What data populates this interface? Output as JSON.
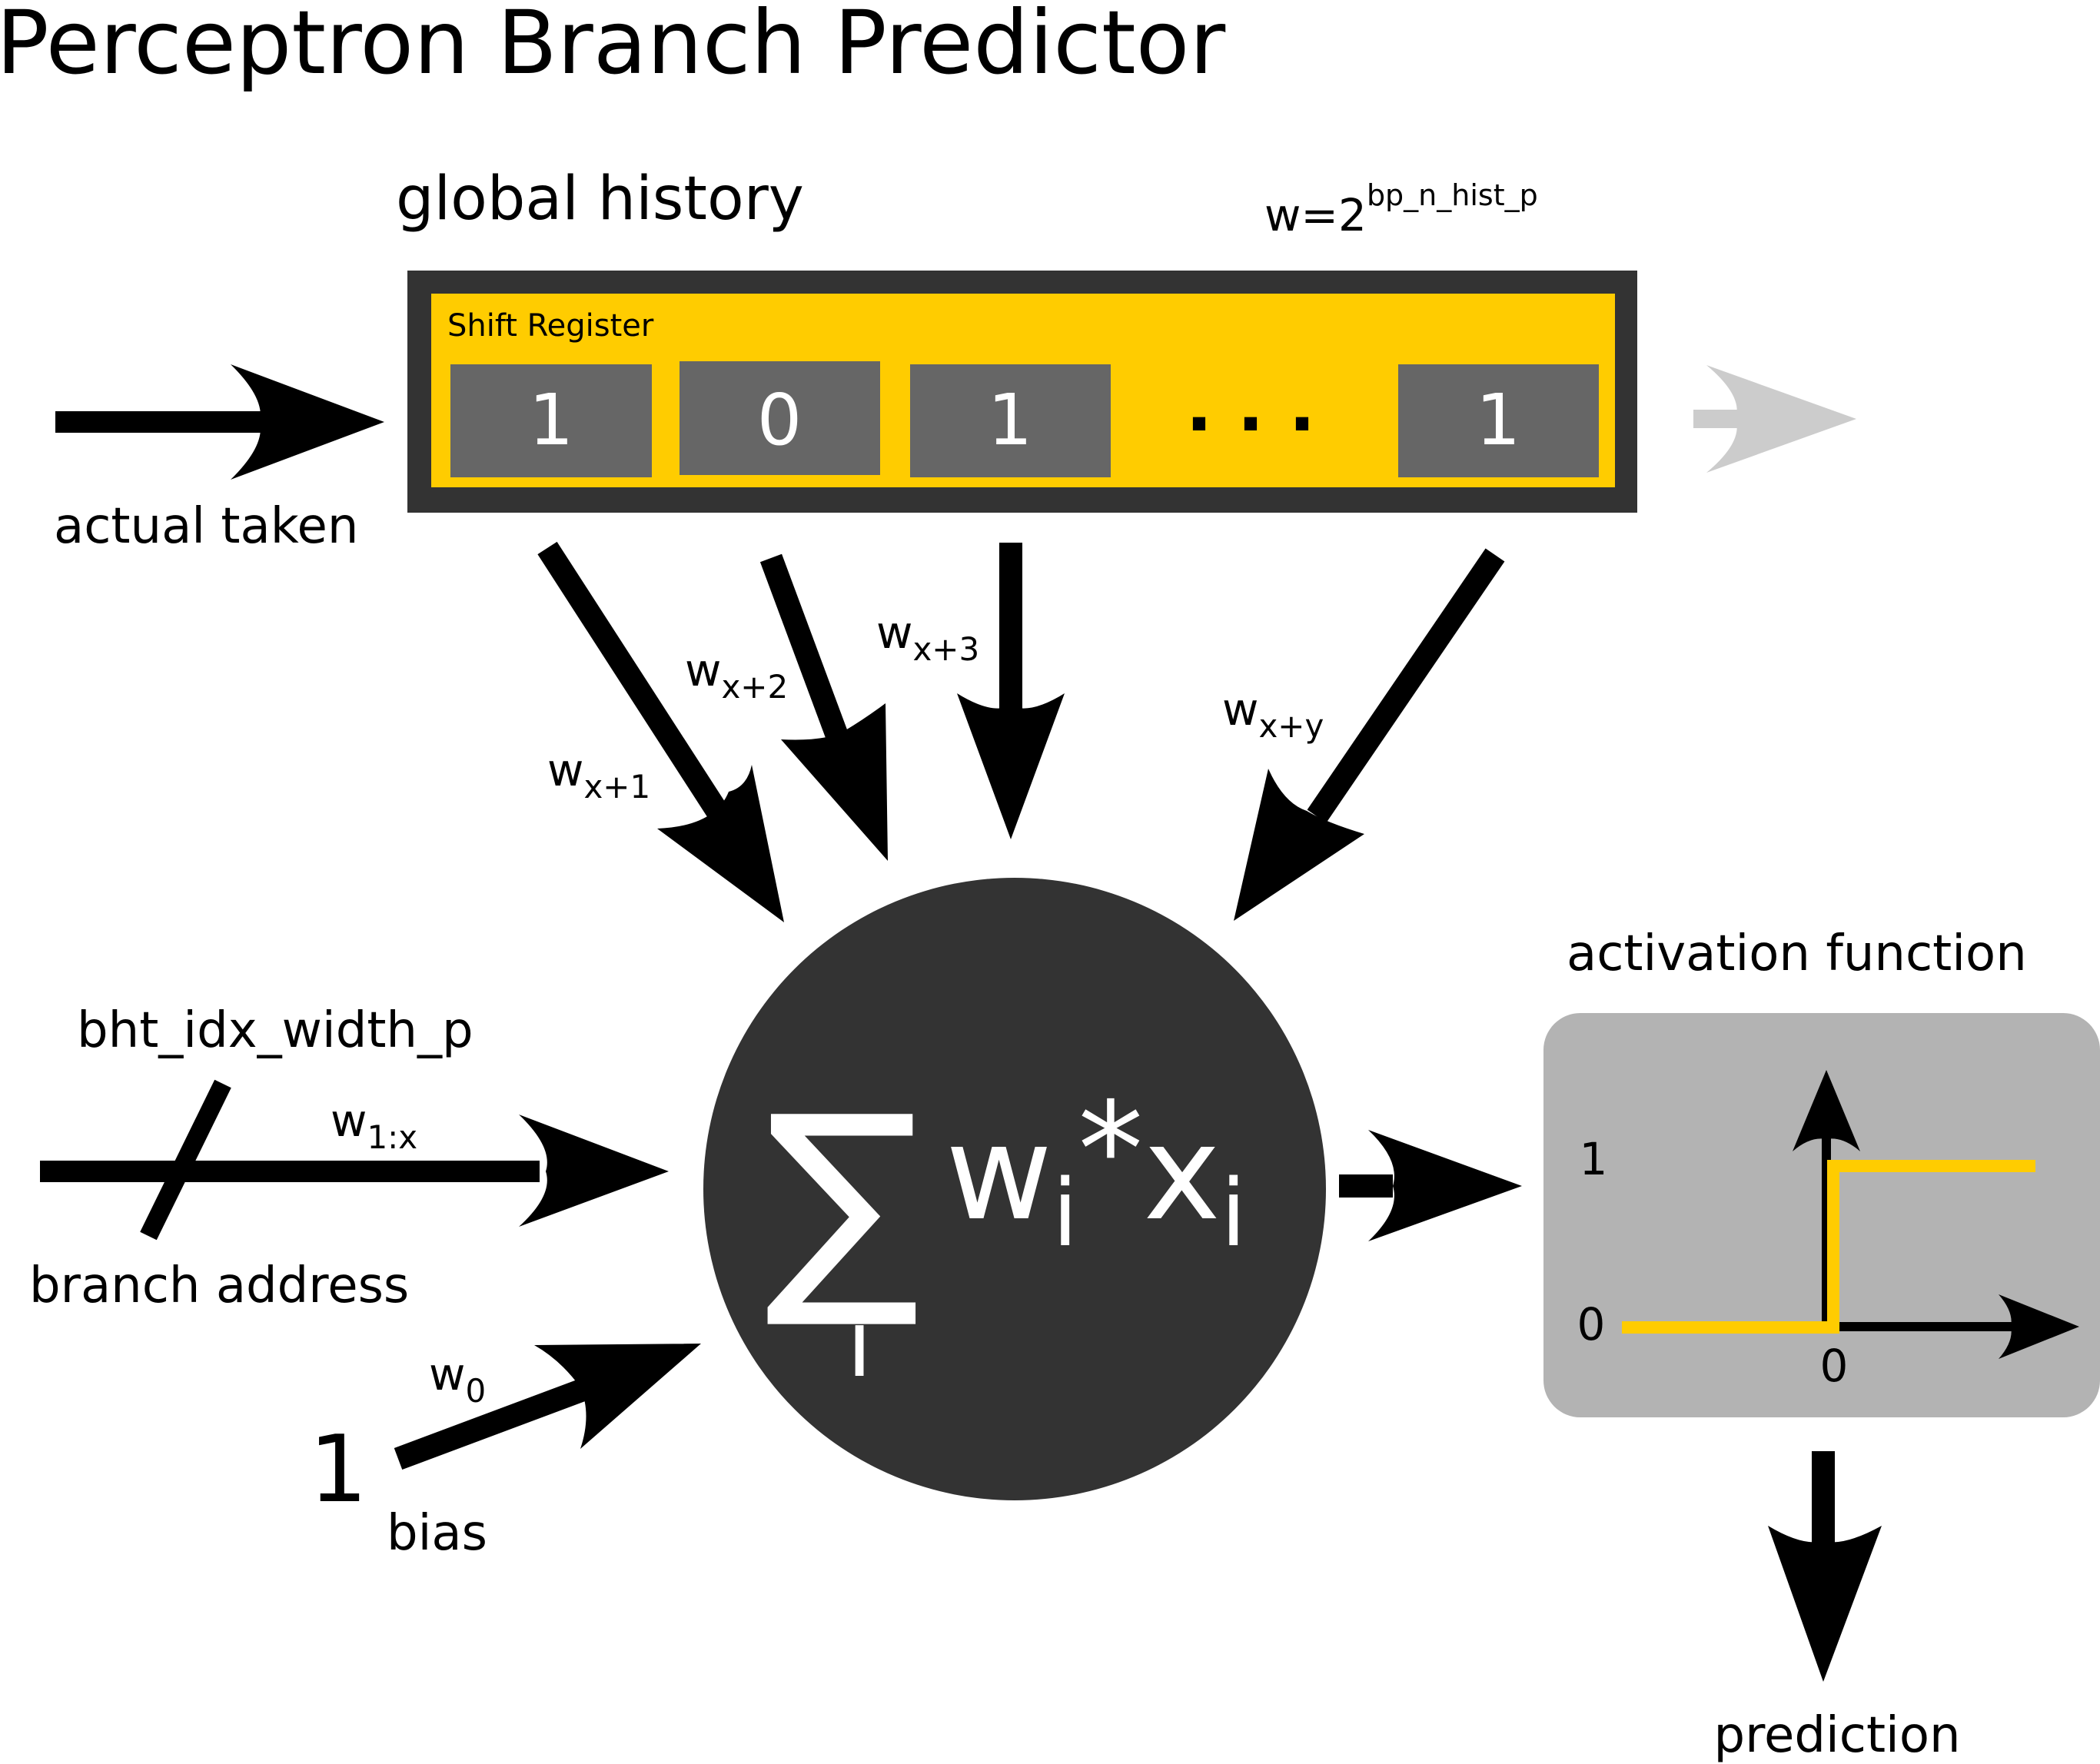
{
  "title": "Perceptron Branch Predictor",
  "colors": {
    "black": "#000000",
    "register_frame": "#333333",
    "register_fill": "#ffcc00",
    "cell_fill": "#666666",
    "cell_text": "#ffffff",
    "neuron": "#333333",
    "activation_box": "#b3b3b3",
    "step_line": "#ffcc00",
    "shift_out_arrow": "#cccccc"
  },
  "global_history": {
    "label": "global history",
    "width_label": "w=2",
    "width_exponent": "bp_n_hist_p",
    "register_label": "Shift Register",
    "cells": [
      "1",
      "0",
      "1",
      "1"
    ],
    "ellipsis": ". . .",
    "input_label": "actual taken"
  },
  "weights": {
    "w_x1": {
      "base": "w",
      "sub": "x+1"
    },
    "w_x2": {
      "base": "w",
      "sub": "x+2"
    },
    "w_x3": {
      "base": "w",
      "sub": "x+3"
    },
    "w_xy": {
      "base": "w",
      "sub": "x+y"
    },
    "w_1x": {
      "base": "w",
      "sub": "1:x"
    },
    "w_0": {
      "base": "w",
      "sub": "0"
    }
  },
  "branch": {
    "width_label": "bht_idx_width_p",
    "label": "branch address"
  },
  "bias": {
    "value": "1",
    "label": "bias"
  },
  "neuron": {
    "sigma": "∑",
    "index": "i",
    "w": "w",
    "w_sub": "i",
    "op": "*",
    "x": "x",
    "x_sub": "i"
  },
  "activation": {
    "label": "activation function",
    "y_tick_1": "1",
    "y_tick_0": "0",
    "x_tick_0": "0"
  },
  "output": {
    "label": "prediction"
  }
}
